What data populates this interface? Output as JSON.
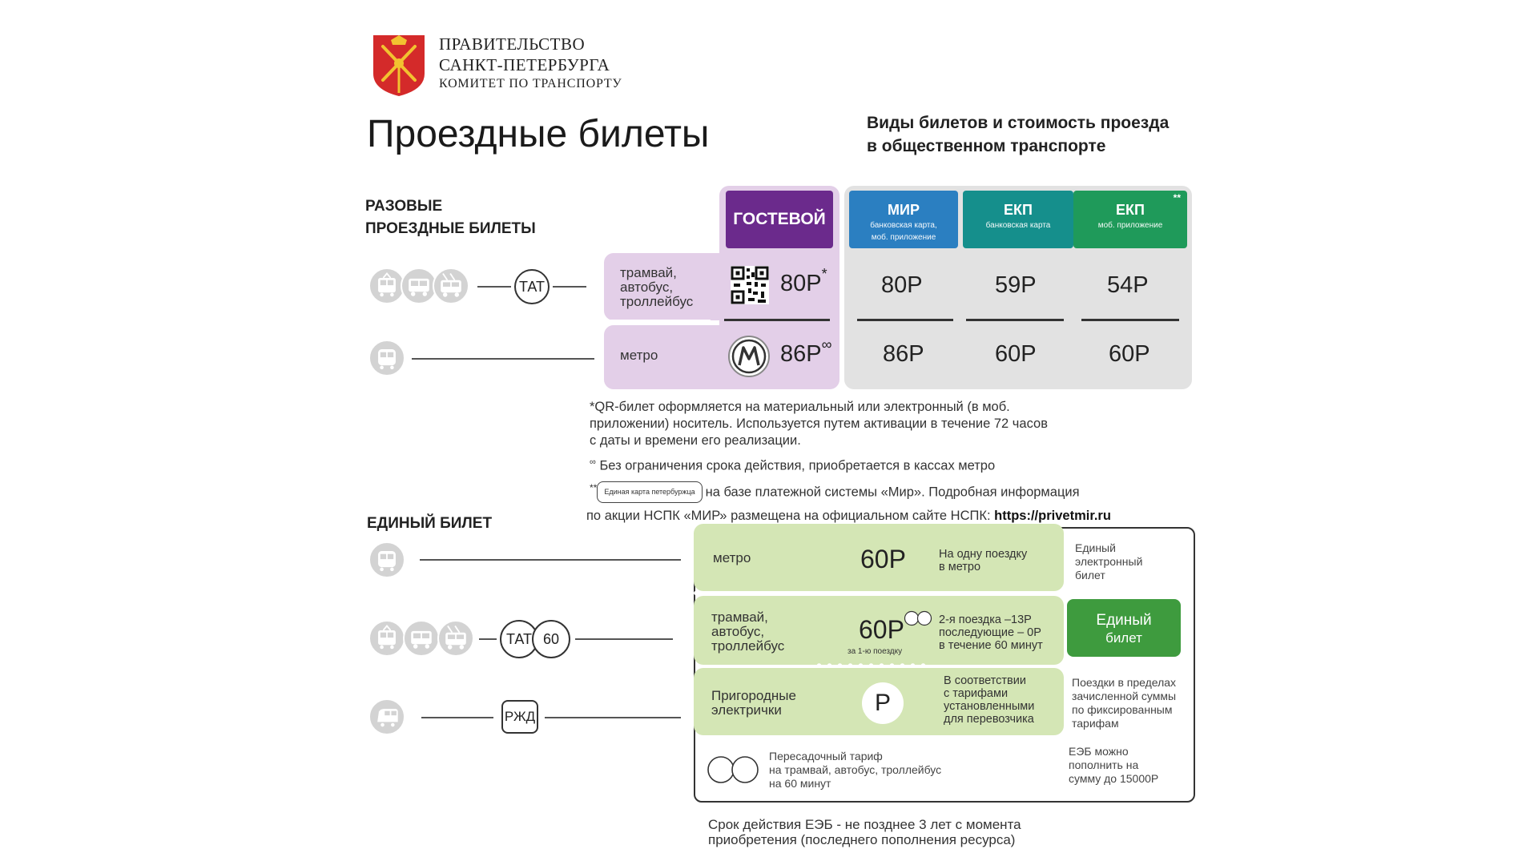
{
  "header": {
    "gov_line1": "ПРАВИТЕЛЬСТВО",
    "gov_line2": "САНКТ-ПЕТЕРБУРГА",
    "gov_line3": "КОМИТЕТ ПО ТРАНСПОРТУ",
    "title": "Проездные билеты",
    "subtitle_line1": "Виды билетов и стоимость проезда",
    "subtitle_line2": "в общественном транспорте"
  },
  "single": {
    "label_line1": "РАЗОВЫЕ",
    "label_line2": "ПРОЕЗДНЫЕ БИЛЕТЫ",
    "tat_badge": "ТАТ",
    "guest_header": "ГОСТЕВОЙ",
    "cards": [
      {
        "name": "МИР",
        "sub1": "банковская карта,",
        "sub2": "моб. приложение",
        "color": "#2b7fc1"
      },
      {
        "name": "ЕКП",
        "sub1": "банковская карта",
        "sub2": "",
        "color": "#158f8c"
      },
      {
        "name": "ЕКП",
        "sub1": "моб. приложение",
        "sub2": "",
        "color": "#1f9a5a",
        "mark": "**"
      }
    ],
    "rows": [
      {
        "label_lines": [
          "трамвай,",
          "автобус,",
          "троллейбус"
        ],
        "guest_price": "80Р",
        "guest_mark": "*",
        "card_prices": [
          "80Р",
          "59Р",
          "54Р"
        ]
      },
      {
        "label_lines": [
          "метро"
        ],
        "guest_price": "86Р",
        "guest_mark": "∞",
        "card_prices": [
          "86Р",
          "60Р",
          "60Р"
        ]
      }
    ],
    "guest_color": "#6b2a8c"
  },
  "footnotes": {
    "qr_1": "*QR-билет оформляется на материальный или электронный (в моб.",
    "qr_2": "приложении) носитель. Используется путем активации в течение 72 часов",
    "qr_3": "с даты и времени его реализации.",
    "inf_mark": "∞",
    "inf_text": "Без ограничения срока действия, приобретается в кассах метро",
    "star2_mark": "**",
    "pill_text": "Единая карта петербуржца",
    "star2_text": "на базе платежной системы «Мир». Подробная информация",
    "star2_line2": "по акции НСПК «МИР» размещена на официальном сайте НСПК:",
    "url": "https://privetmir.ru"
  },
  "unified": {
    "label": "ЕДИНЫЙ БИЛЕТ",
    "tat_badge": "ТАТ",
    "tat60_badge": "60",
    "rzd_badge": "РЖД",
    "rows": [
      {
        "label_lines": [
          "метро"
        ],
        "price": "60Р",
        "note_lines": [
          "На одну поездку",
          "в метро"
        ]
      },
      {
        "label_lines": [
          "трамвай,",
          "автобус,",
          "троллейбус"
        ],
        "price": "60Р",
        "price_sub": "за 1-ю поездку",
        "note_lines": [
          "2-я поездка –13Р",
          "последующие – 0Р",
          "в течение 60 минут"
        ]
      },
      {
        "label_lines": [
          "Пригородные",
          "электрички"
        ],
        "price": "Р",
        "note_lines": [
          "В соответствии",
          "с тарифами",
          "установленными",
          "для перевозчика"
        ]
      }
    ],
    "side_top_lines": [
      "Единый",
      "электронный",
      "билет"
    ],
    "button_line1": "Единый",
    "button_line2": "билет",
    "side_mid_lines": [
      "Поездки в пределах",
      "зачисленной суммы",
      "по фиксированным",
      "тарифам"
    ],
    "transfer_lines": [
      "Пересадочный тариф",
      "на трамвай, автобус, троллейбус",
      "на 60 минут"
    ],
    "topup_lines": [
      "ЕЭБ можно",
      "пополнить на",
      "сумму до 15000Р"
    ],
    "validity_line1": "Срок действия ЕЭБ - не позднее 3 лет с момента",
    "validity_line2": "приобретения (последнего пополнения ресурса)",
    "button_color": "#3e9b3e"
  }
}
